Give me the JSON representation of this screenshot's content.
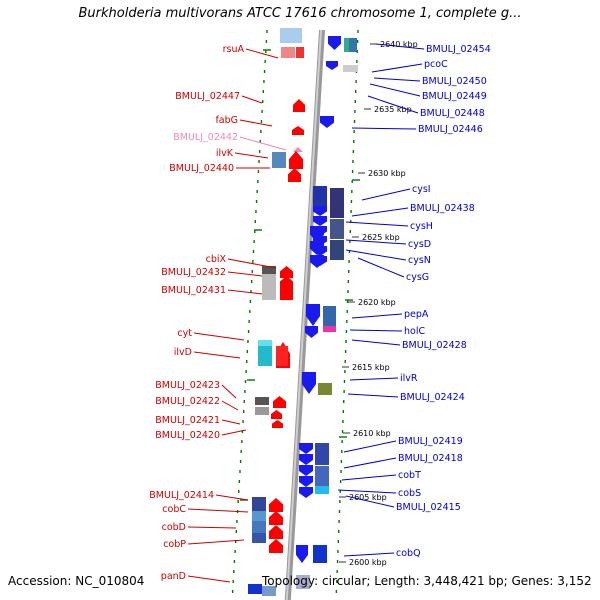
{
  "title": "Burkholderia multivorans ATCC 17616 chromosome 1, complete g...",
  "footer": {
    "accession": "Accession: NC_010804",
    "topology": "Topology: circular; Length: 3,448,421 bp; Genes: 3,152"
  },
  "colors": {
    "forward_gene": "#ff0000",
    "reverse_gene": "#0000ee",
    "pseudo_gene": "#ee88bb",
    "backbone": "#999999",
    "tick": "#007700"
  },
  "scale_marks": [
    "2640 kbp",
    "2635 kbp",
    "2630 kbp",
    "2625 kbp",
    "2620 kbp",
    "2615 kbp",
    "2610 kbp",
    "2605 kbp",
    "2600 kbp"
  ],
  "left_labels": [
    {
      "text": "rsuA",
      "color": "#cc0000"
    },
    {
      "text": "BMULJ_02447",
      "color": "#cc0000"
    },
    {
      "text": "fabG",
      "color": "#cc0000"
    },
    {
      "text": "BMULJ_02442",
      "color": "#ee88bb"
    },
    {
      "text": "ilvK",
      "color": "#cc0000"
    },
    {
      "text": "BMULJ_02440",
      "color": "#cc0000"
    },
    {
      "text": "cbiX",
      "color": "#cc0000"
    },
    {
      "text": "BMULJ_02432",
      "color": "#cc0000"
    },
    {
      "text": "BMULJ_02431",
      "color": "#cc0000"
    },
    {
      "text": "cyt",
      "color": "#cc0000"
    },
    {
      "text": "ilvD",
      "color": "#cc0000"
    },
    {
      "text": "BMULJ_02423",
      "color": "#cc0000"
    },
    {
      "text": "BMULJ_02422",
      "color": "#cc0000"
    },
    {
      "text": "BMULJ_02421",
      "color": "#cc0000"
    },
    {
      "text": "BMULJ_02420",
      "color": "#cc0000"
    },
    {
      "text": "BMULJ_02414",
      "color": "#cc0000"
    },
    {
      "text": "cobC",
      "color": "#cc0000"
    },
    {
      "text": "cobD",
      "color": "#cc0000"
    },
    {
      "text": "cobP",
      "color": "#cc0000"
    },
    {
      "text": "panD",
      "color": "#cc0000"
    }
  ],
  "right_labels": [
    {
      "text": "BMULJ_02454",
      "color": "#0000cc"
    },
    {
      "text": "pcoC",
      "color": "#0000cc"
    },
    {
      "text": "BMULJ_02450",
      "color": "#0000cc"
    },
    {
      "text": "BMULJ_02449",
      "color": "#0000cc"
    },
    {
      "text": "BMULJ_02448",
      "color": "#0000cc"
    },
    {
      "text": "BMULJ_02446",
      "color": "#0000cc"
    },
    {
      "text": "cysI",
      "color": "#0000cc"
    },
    {
      "text": "BMULJ_02438",
      "color": "#0000cc"
    },
    {
      "text": "cysH",
      "color": "#0000cc"
    },
    {
      "text": "cysD",
      "color": "#0000cc"
    },
    {
      "text": "cysN",
      "color": "#0000cc"
    },
    {
      "text": "cysG",
      "color": "#0000cc"
    },
    {
      "text": "pepA",
      "color": "#0000cc"
    },
    {
      "text": "holC",
      "color": "#0000cc"
    },
    {
      "text": "BMULJ_02428",
      "color": "#0000cc"
    },
    {
      "text": "ilvR",
      "color": "#0000cc"
    },
    {
      "text": "BMULJ_02424",
      "color": "#0000cc"
    },
    {
      "text": "BMULJ_02419",
      "color": "#0000cc"
    },
    {
      "text": "BMULJ_02418",
      "color": "#0000cc"
    },
    {
      "text": "cobT",
      "color": "#0000cc"
    },
    {
      "text": "cobS",
      "color": "#0000cc"
    },
    {
      "text": "BMULJ_02415",
      "color": "#0000cc"
    },
    {
      "text": "cobQ",
      "color": "#0000cc"
    }
  ]
}
